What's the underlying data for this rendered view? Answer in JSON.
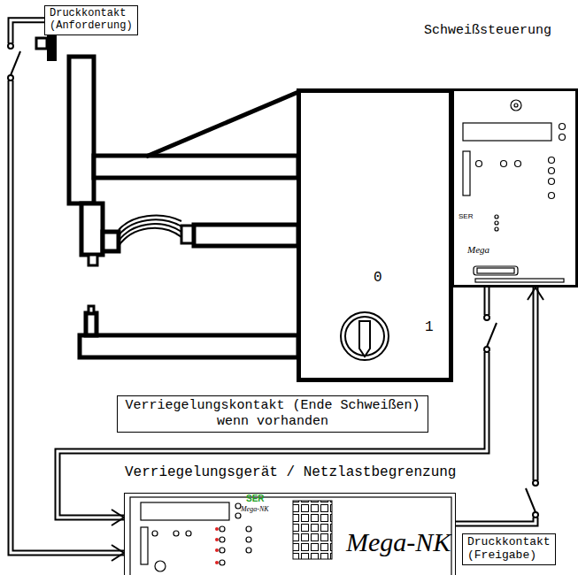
{
  "diagram": {
    "nodes": [
      {
        "text": [
          "Druckkontakt (Anforderung)"
        ]
      },
      {
        "text": [
          "Schweißsteuerung"
        ]
      },
      {
        "text": [
          "0",
          "1"
        ]
      },
      {
        "text": [
          "Verriegelungskontakt (Ende Schweißen) wenn vorhanden"
        ]
      },
      {
        "text": [
          "Verriegelungsgerät / Netzlastbegrenzung",
          "Mega-NK"
        ]
      },
      {
        "text": [
          "Druckkontakt (Freigabe)"
        ]
      }
    ],
    "edges": [
      {
        "from": 0,
        "to": 4,
        "arrow": "to"
      },
      {
        "from": 1,
        "to": 4,
        "arrow": "to"
      },
      {
        "from": 4,
        "to": 1,
        "arrow": "to"
      }
    ],
    "labels": [
      "SER",
      "Mega",
      "SER",
      "Mega-NK"
    ]
  }
}
